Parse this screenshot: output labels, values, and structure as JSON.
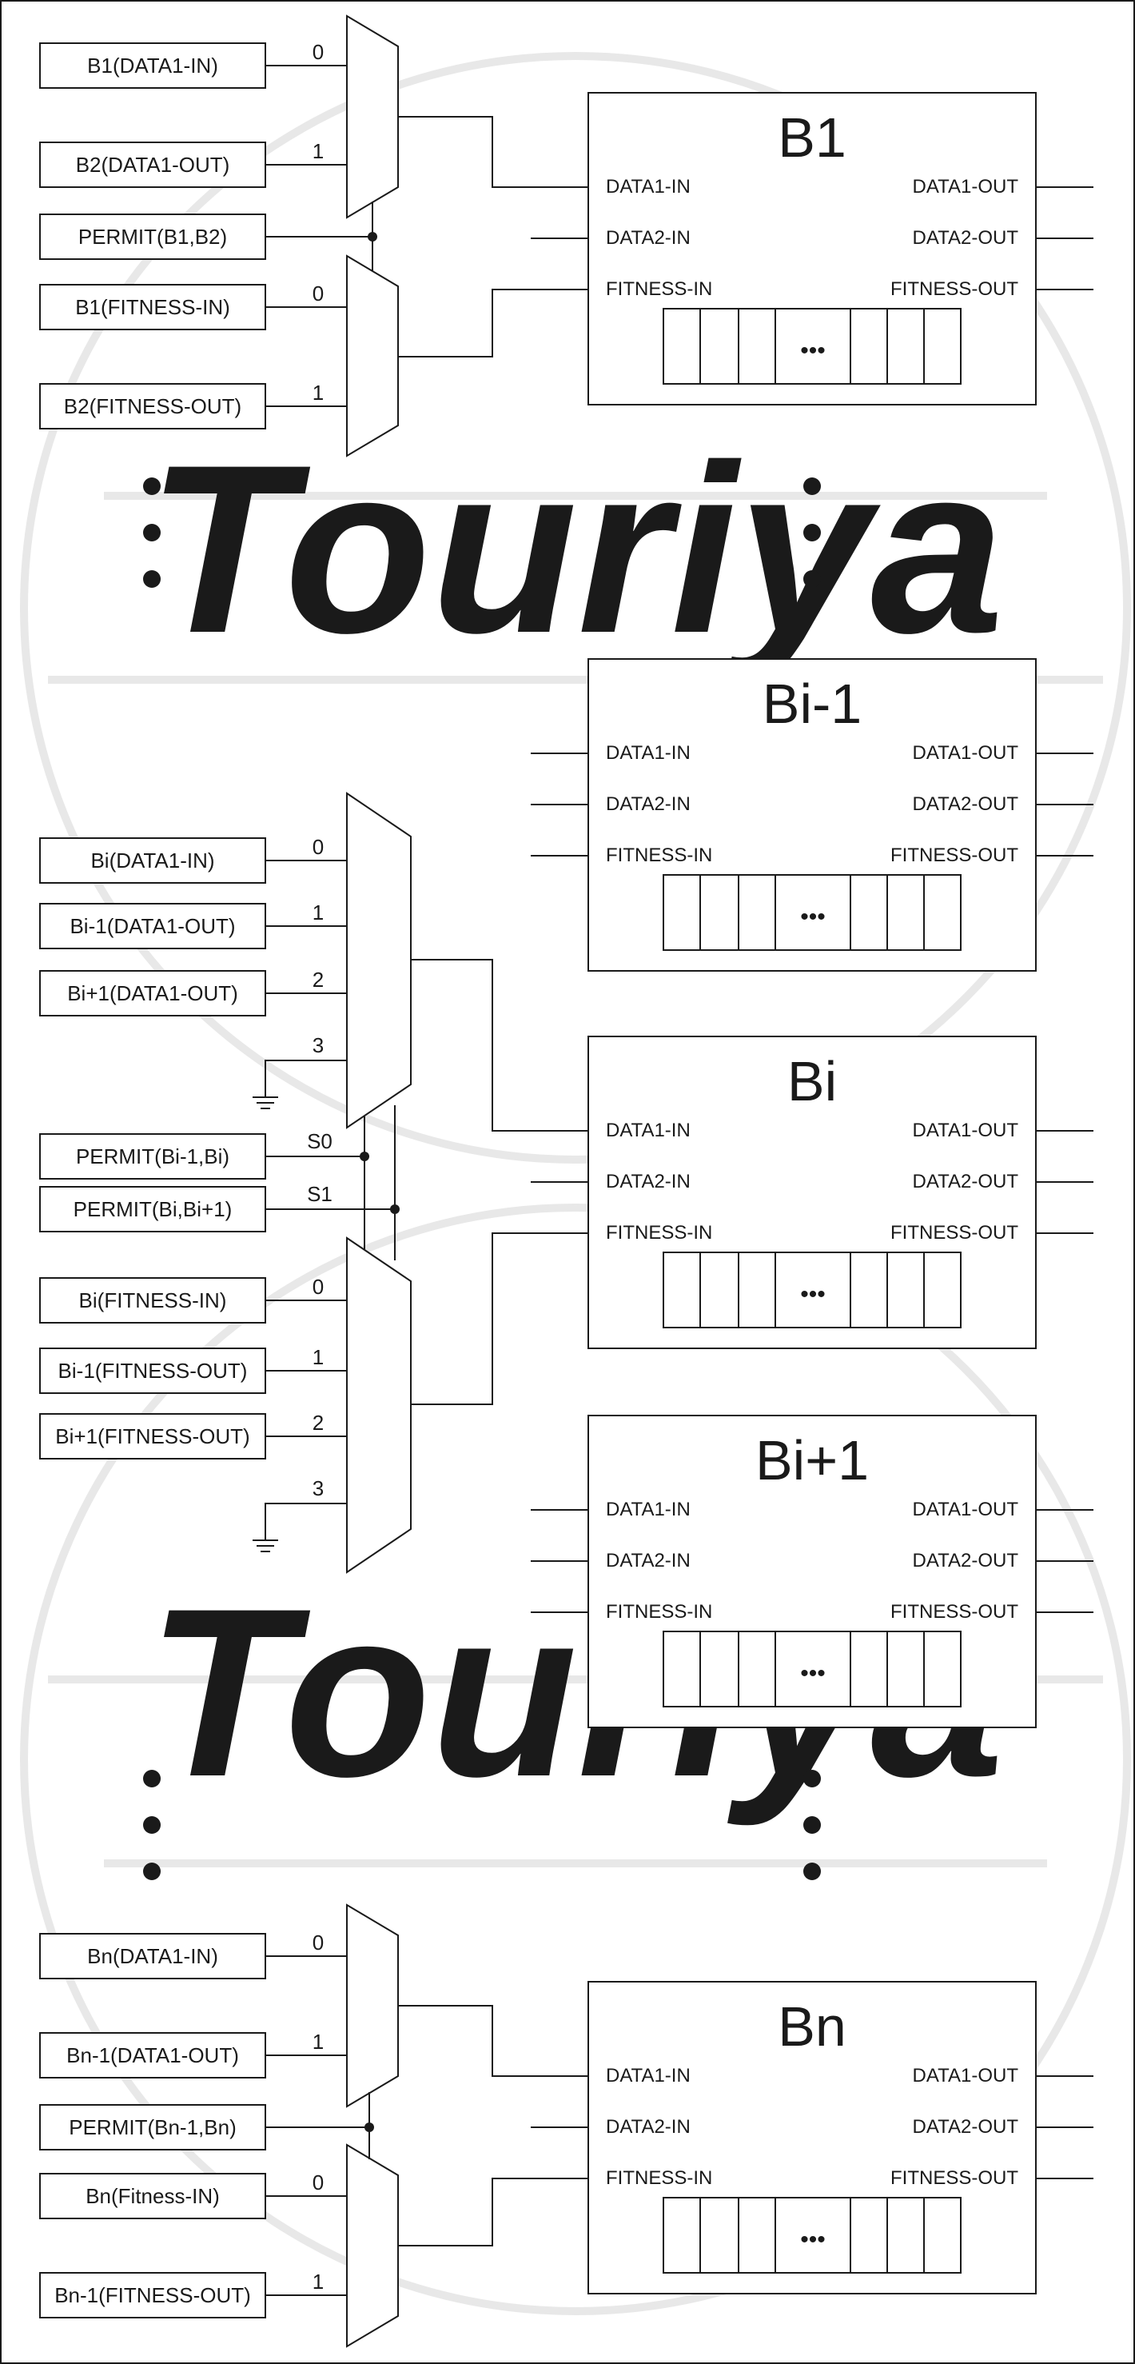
{
  "watermark": {
    "text": "Touriya"
  },
  "port_labels": {
    "data1_in": "DATA1-IN",
    "data2_in": "DATA2-IN",
    "fitness_in": "FITNESS-IN",
    "data1_out": "DATA1-OUT",
    "data2_out": "DATA2-OUT",
    "fitness_out": "FITNESS-OUT"
  },
  "register_ellipsis": "•••",
  "blocks": [
    {
      "title": "B1"
    },
    {
      "title": "Bi-1"
    },
    {
      "title": "Bi"
    },
    {
      "title": "Bi+1"
    },
    {
      "title": "Bn"
    }
  ],
  "groups": [
    {
      "data_inputs": [
        {
          "sel": "0",
          "label": "B1(DATA1-IN)"
        },
        {
          "sel": "1",
          "label": "B2(DATA1-OUT)"
        }
      ],
      "permits": [
        {
          "label": "PERMIT(B1,B2)"
        }
      ],
      "fitness_inputs": [
        {
          "sel": "0",
          "label": "B1(FITNESS-IN)"
        },
        {
          "sel": "1",
          "label": "B2(FITNESS-OUT)"
        }
      ]
    },
    {
      "data_inputs": [
        {
          "sel": "0",
          "label": "Bi(DATA1-IN)"
        },
        {
          "sel": "1",
          "label": "Bi-1(DATA1-OUT)"
        },
        {
          "sel": "2",
          "label": "Bi+1(DATA1-OUT)"
        },
        {
          "sel": "3",
          "label": ""
        }
      ],
      "permits": [
        {
          "label": "PERMIT(Bi-1,Bi)",
          "signal": "S0"
        },
        {
          "label": "PERMIT(Bi,Bi+1)",
          "signal": "S1"
        }
      ],
      "fitness_inputs": [
        {
          "sel": "0",
          "label": "Bi(FITNESS-IN)"
        },
        {
          "sel": "1",
          "label": "Bi-1(FITNESS-OUT)"
        },
        {
          "sel": "2",
          "label": "Bi+1(FITNESS-OUT)"
        },
        {
          "sel": "3",
          "label": ""
        }
      ]
    },
    {
      "data_inputs": [
        {
          "sel": "0",
          "label": "Bn(DATA1-IN)"
        },
        {
          "sel": "1",
          "label": "Bn-1(DATA1-OUT)"
        }
      ],
      "permits": [
        {
          "label": "PERMIT(Bn-1,Bn)"
        }
      ],
      "fitness_inputs": [
        {
          "sel": "0",
          "label": "Bn(Fitness-IN)"
        },
        {
          "sel": "1",
          "label": "Bn-1(FITNESS-OUT)"
        }
      ]
    }
  ]
}
